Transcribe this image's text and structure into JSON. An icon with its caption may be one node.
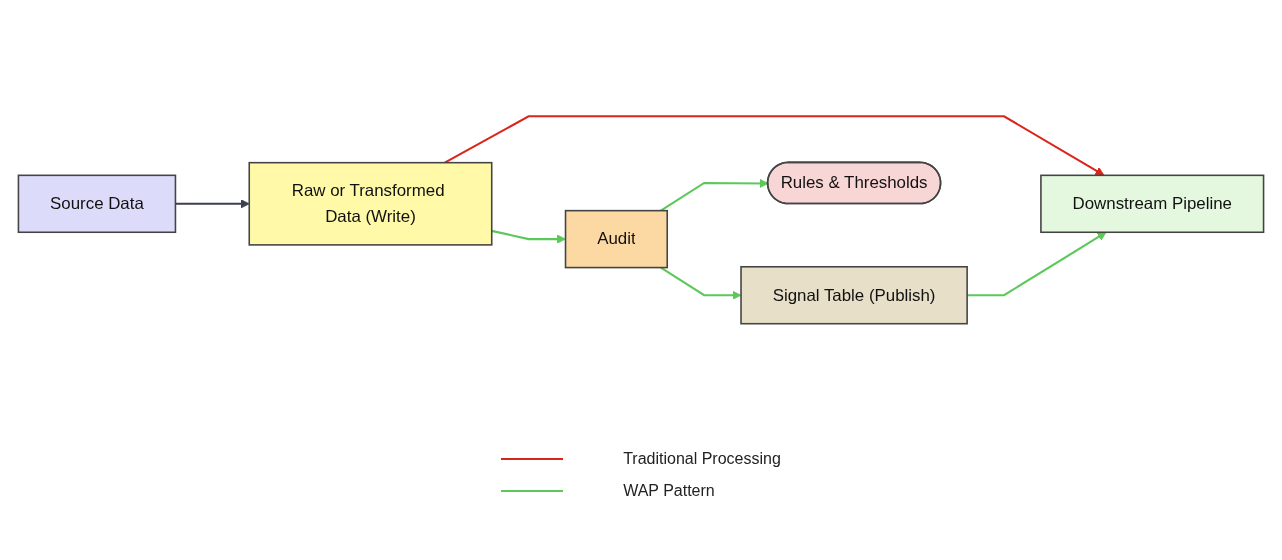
{
  "diagram": {
    "nodes": [
      {
        "text": [
          "Source Data"
        ]
      },
      {
        "text": [
          "Raw or Transformed Data (Write)"
        ]
      },
      {
        "text": [
          "Downstream Pipeline"
        ]
      },
      {
        "text": [
          "Audit"
        ]
      },
      {
        "text": [
          "Signal Table (Publish)"
        ]
      },
      {
        "text": [
          "Rules & Thresholds"
        ]
      }
    ],
    "edges": [
      {
        "from": 0,
        "to": 1,
        "arrow": "to",
        "color": "#3b3f4f"
      },
      {
        "from": 1,
        "to": 2,
        "arrow": "to",
        "color": "#d9261c"
      },
      {
        "from": 1,
        "to": 3,
        "arrow": "to"
      },
      {
        "from": 3,
        "to": 4,
        "arrow": "to"
      },
      {
        "from": 4,
        "to": 2,
        "arrow": "to"
      },
      {
        "from": 3,
        "to": 5,
        "arrow": "to"
      }
    ],
    "legend": [
      {
        "text": "Traditional Processing",
        "color": "#d9261c"
      },
      {
        "text": "WAP Pattern",
        "color": "#5cc85a"
      }
    ]
  }
}
